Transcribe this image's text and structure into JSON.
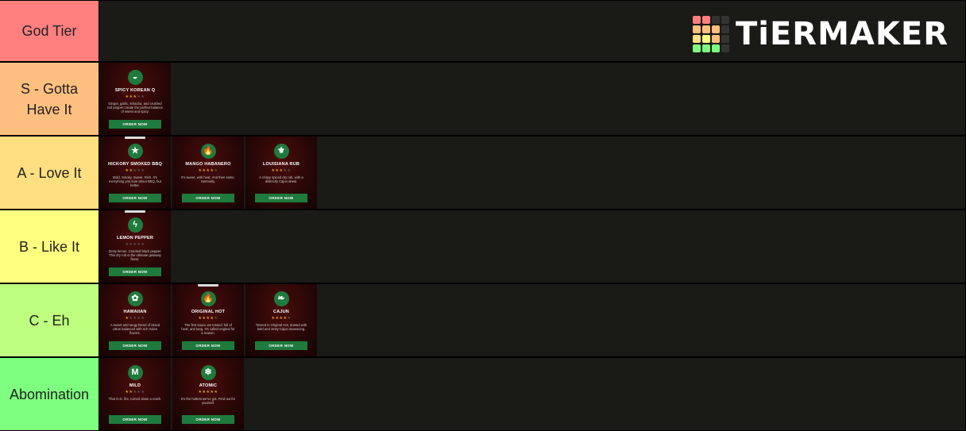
{
  "logo": {
    "text": "TiERMAKER"
  },
  "order_label": "ORDER NOW",
  "tiers": [
    {
      "label": "God Tier",
      "color": "#ff7f7f",
      "items": []
    },
    {
      "label": "S - Gotta Have It",
      "color": "#ffbf7f",
      "items": [
        {
          "name": "SPICY KOREAN Q",
          "icon": "sauce-drop-icon",
          "glyph": "◒",
          "stars": 3,
          "desc": "Ginger, garlic, sriracha, and crushed red pepper create the perfect balance of sweet and spicy.",
          "badge": false
        }
      ]
    },
    {
      "label": "A - Love It",
      "color": "#ffdf7f",
      "items": [
        {
          "name": "HICKORY SMOKED BBQ",
          "icon": "star-icon",
          "glyph": "★",
          "stars": 2,
          "desc": "Bold. Smoky. Sweet. Rich. It's everything you love about BBQ, but better.",
          "badge": true
        },
        {
          "name": "MANGO HABANERO",
          "icon": "flame-icon",
          "glyph": "🔥",
          "stars": 4,
          "desc": "It's sweet, with heat. And then some. Seriously.",
          "badge": false
        },
        {
          "name": "LOUISIANA RUB",
          "icon": "fleur-de-lis-icon",
          "glyph": "⚜",
          "stars": 3,
          "desc": "A crispy spiced dry rub, with a distinctly Cajun drawl.",
          "badge": false
        }
      ]
    },
    {
      "label": "B - Like It",
      "color": "#ffff7f",
      "items": [
        {
          "name": "LEMON PEPPER",
          "icon": "bolt-icon",
          "glyph": "ϟ",
          "stars": 0,
          "desc": "Zesty lemon. Cracked black pepper. This dry rub is the ultimate getaway flavor.",
          "badge": true
        }
      ]
    },
    {
      "label": "C - Eh",
      "color": "#bfff7f",
      "items": [
        {
          "name": "HAWAIIAN",
          "icon": "hibiscus-icon",
          "glyph": "✿",
          "stars": 1,
          "desc": "A sweet and tangy blend of island citrus balanced with rich Asian flavors.",
          "badge": false
        },
        {
          "name": "ORIGINAL HOT",
          "icon": "flame-icon",
          "glyph": "🔥",
          "stars": 4,
          "desc": "The first sauce we tossed: full of heat, and tang. It's called original for a reason.",
          "badge": true
        },
        {
          "name": "CAJUN",
          "icon": "pepper-icon",
          "glyph": "❧",
          "stars": 4,
          "desc": "Tossed in Original Hot, dusted with bold and zesty Cajun seasoning.",
          "badge": false
        }
      ]
    },
    {
      "label": "Abomination",
      "color": "#7fff7f",
      "items": [
        {
          "name": "MILD",
          "icon": "m-letter-icon",
          "glyph": "M",
          "stars": 2,
          "desc": "That O.G. fire, turned down a notch.",
          "badge": false
        },
        {
          "name": "ATOMIC",
          "icon": "atom-icon",
          "glyph": "❄",
          "stars": 5,
          "desc": "It's the hottest we've got. Find out for yourself.",
          "badge": false
        }
      ]
    }
  ],
  "colors": {
    "logo_grid": [
      "#ff7f7f",
      "#ff7f7f",
      "#333",
      "#333",
      "#ffbf7f",
      "#ffbf7f",
      "#ffbf7f",
      "#333",
      "#ffdf7f",
      "#ffff7f",
      "#ffbf7f",
      "#333",
      "#7fff7f",
      "#7fff7f",
      "#7fff7f",
      "#333"
    ]
  }
}
